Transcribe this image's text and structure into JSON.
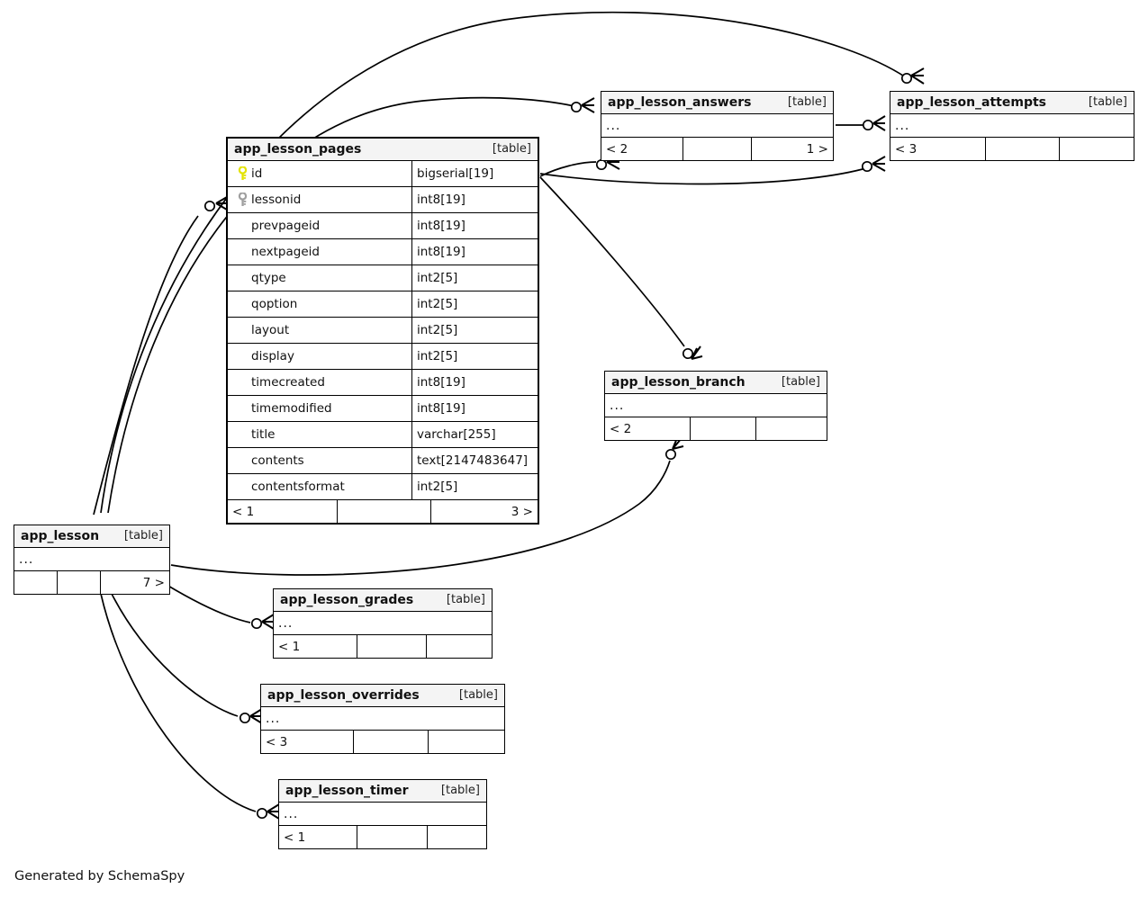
{
  "diagram": {
    "generator_note": "Generated by SchemaSpy",
    "table_kind_label": "[table]",
    "ellipsis": "..."
  },
  "tables": [
    {
      "id": "app_lesson_pages",
      "name": "app_lesson_pages",
      "kind": "[table]",
      "columns": [
        {
          "key": "primary",
          "name": "id",
          "type": "bigserial[19]"
        },
        {
          "key": "foreign",
          "name": "lessonid",
          "type": "int8[19]"
        },
        {
          "key": "none",
          "name": "prevpageid",
          "type": "int8[19]"
        },
        {
          "key": "none",
          "name": "nextpageid",
          "type": "int8[19]"
        },
        {
          "key": "none",
          "name": "qtype",
          "type": "int2[5]"
        },
        {
          "key": "none",
          "name": "qoption",
          "type": "int2[5]"
        },
        {
          "key": "none",
          "name": "layout",
          "type": "int2[5]"
        },
        {
          "key": "none",
          "name": "display",
          "type": "int2[5]"
        },
        {
          "key": "none",
          "name": "timecreated",
          "type": "int8[19]"
        },
        {
          "key": "none",
          "name": "timemodified",
          "type": "int8[19]"
        },
        {
          "key": "none",
          "name": "title",
          "type": "varchar[255]"
        },
        {
          "key": "none",
          "name": "contents",
          "type": "text[2147483647]"
        },
        {
          "key": "none",
          "name": "contentsformat",
          "type": "int2[5]"
        }
      ],
      "footer": {
        "left": "< 1",
        "middle": "",
        "right": "3 >"
      }
    },
    {
      "id": "app_lesson_answers",
      "name": "app_lesson_answers",
      "kind": "[table]",
      "footer": {
        "left": "< 2",
        "middle": "",
        "right": "1 >"
      }
    },
    {
      "id": "app_lesson_attempts",
      "name": "app_lesson_attempts",
      "kind": "[table]",
      "footer": {
        "left": "< 3",
        "middle": "",
        "right": ""
      }
    },
    {
      "id": "app_lesson_branch",
      "name": "app_lesson_branch",
      "kind": "[table]",
      "footer": {
        "left": "< 2",
        "middle": "",
        "right": ""
      }
    },
    {
      "id": "app_lesson",
      "name": "app_lesson",
      "kind": "[table]",
      "footer": {
        "left": "",
        "middle": "",
        "right": "7 >"
      }
    },
    {
      "id": "app_lesson_grades",
      "name": "app_lesson_grades",
      "kind": "[table]",
      "footer": {
        "left": "< 1",
        "middle": "",
        "right": ""
      }
    },
    {
      "id": "app_lesson_overrides",
      "name": "app_lesson_overrides",
      "kind": "[table]",
      "footer": {
        "left": "< 3",
        "middle": "",
        "right": ""
      }
    },
    {
      "id": "app_lesson_timer",
      "name": "app_lesson_timer",
      "kind": "[table]",
      "footer": {
        "left": "< 1",
        "middle": "",
        "right": ""
      }
    }
  ],
  "colors": {
    "primary_key": "#e3e300",
    "foreign_key": "#9f9f9f",
    "table_header_bg": "#f4f4f4",
    "line": "#000000",
    "background": "#ffffff"
  }
}
